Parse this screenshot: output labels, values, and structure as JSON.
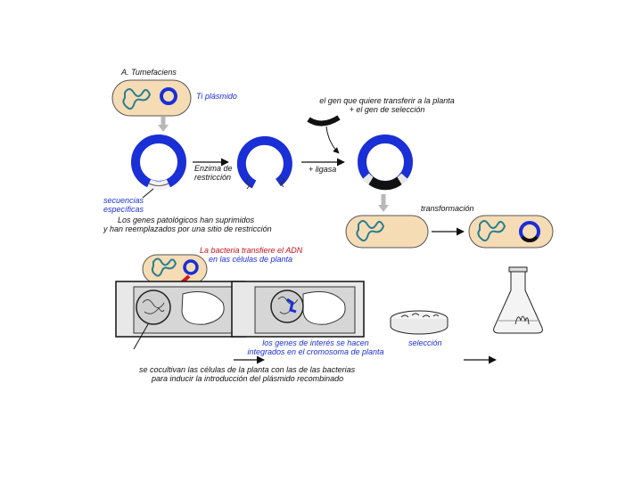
{
  "labels": {
    "a_tumefaciens": "A. Tumefaciens",
    "ti_plasmid": "Ti plásmido",
    "gene_line1": "el gen que quiere transferir a la planta",
    "gene_line2": "+ el gen de selección",
    "enzyme_line1": "Enzima de",
    "enzyme_line2": "restricción",
    "ligase": "+ ligasa",
    "seq_line1": "secuencias",
    "seq_line2": "específicas",
    "patho_line1": "Los genes patológicos han suprimidos",
    "patho_line2": "y han reemplazados por una sitio de restricción",
    "transformation": "transformación",
    "transfer_line1": "La bacteria transfiere el ADN",
    "transfer_line2": "en las células de planta",
    "integrate_line1": "los genes de interés se hacen",
    "integrate_line2": "integrados en el cromosoma de planta",
    "selection": "selección",
    "coculture_line1": "se cocultivan las células de la planta con las de las bacterias",
    "coculture_line2": "para inducir la introducción del plásmido recombinado"
  },
  "colors": {
    "plasmid_blue": "#1a2fd6",
    "cell_fill": "#f6dcb5",
    "chromosome_teal": "#2a7f8f",
    "transfer_red": "#d8141c",
    "insert_black": "#111111",
    "arrow_gray": "#b8b8b8"
  }
}
